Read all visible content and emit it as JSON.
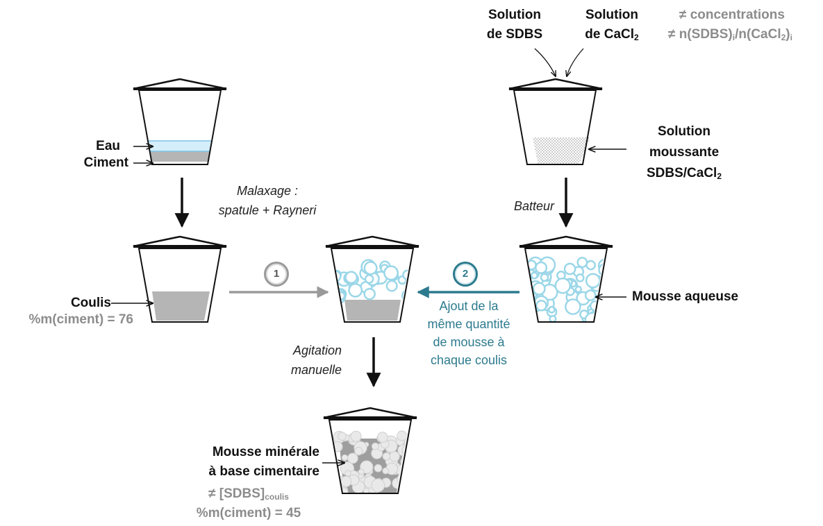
{
  "labels": {
    "eau": "Eau",
    "ciment": "Ciment",
    "coulis": "Coulis",
    "coulis_pct": "%m(ciment) = 76",
    "malaxage_1": "Malaxage :",
    "malaxage_2": "spatule + Rayneri",
    "solution_sdbs_1": "Solution",
    "solution_sdbs_2": "de SDBS",
    "solution_cacl2_1": "Solution",
    "solution_cacl2_2": "de CaCl",
    "solution_cacl2_sub": "2",
    "concentrations": "≠ concentrations",
    "ratio_pre": "≠ n(SDBS)",
    "ratio_sub1": "i",
    "ratio_mid": "/n(CaCl",
    "ratio_sub2": "2",
    "ratio_post": ")",
    "ratio_sub3": "i",
    "solution_moussante_1": "Solution",
    "solution_moussante_2": "moussante",
    "solution_moussante_3": "SDBS/CaCl",
    "solution_moussante_sub": "2",
    "batteur": "Batteur",
    "mousse_aqueuse": "Mousse aqueuse",
    "step1": "1",
    "step2": "2",
    "ajout_1": "Ajout de la",
    "ajout_2": "même quantité",
    "ajout_3": "de mousse à",
    "ajout_4": "chaque coulis",
    "agitation_1": "Agitation",
    "agitation_2": "manuelle",
    "mousse_minerale_1": "Mousse minérale",
    "mousse_minerale_2": "à base cimentaire",
    "sdbs_coulis_pre": "≠ [SDBS]",
    "sdbs_coulis_sub": "coulis",
    "mousse_minerale_pct": "%m(ciment) = 45"
  },
  "colors": {
    "cement": "#b5b5b5",
    "water": "#d4eefa",
    "water_line": "#7cc4e6",
    "bubble": "#9bd7e8",
    "teal": "#2c7a8e",
    "gray_arrow": "#9a9a9a"
  }
}
